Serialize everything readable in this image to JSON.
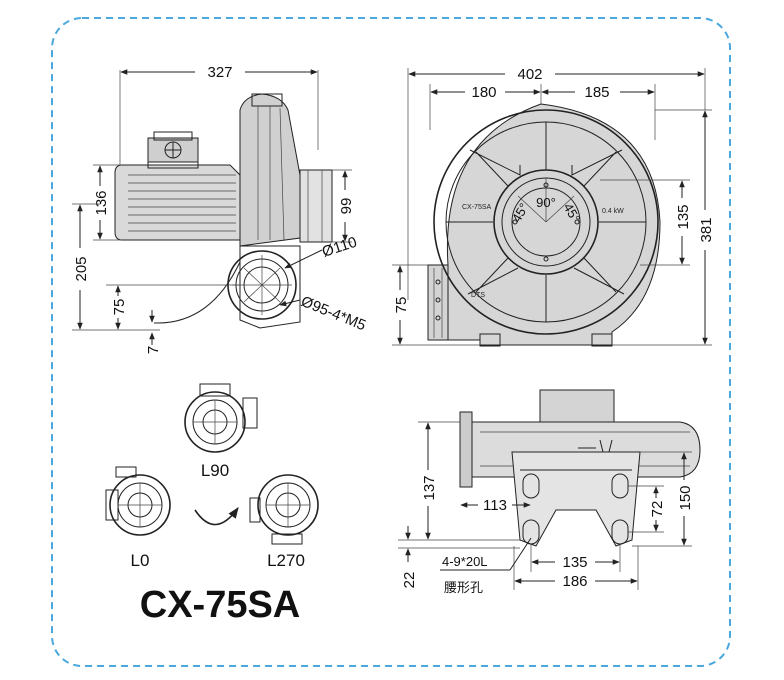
{
  "colors": {
    "frame": "#4aa8dc",
    "line": "#222222",
    "shade": "#d4d4d4",
    "background": "#ffffff"
  },
  "model": "CX-75SA",
  "side_view": {
    "width_total": "327",
    "motor_height": "136",
    "outlet_height": "99",
    "center_height": "205",
    "base_height": "75",
    "foot_offset": "7",
    "outlet_diameter": "Ø110",
    "flange_spec": "Ø95-4*M5"
  },
  "front_view": {
    "width_total": "402",
    "left_half": "180",
    "right_half": "185",
    "inner_height": "135",
    "height_total": "381",
    "base_height": "75",
    "angle_center": "90°",
    "angle_left": "45°",
    "angle_right": "45°",
    "plate_left": "CX-75SA",
    "plate_right": "0.4 kW",
    "plate_small": "DTS"
  },
  "orientations": {
    "up": "L90",
    "left": "L0",
    "right": "L270"
  },
  "bottom_view": {
    "height_a": "137",
    "offset": "113",
    "slot_spacing_y": "72",
    "height_b": "150",
    "slot_spacing_x": "135",
    "base_width": "186",
    "base_thickness": "22",
    "slot_spec": "4-9*20L",
    "slot_note": "腰形孔"
  }
}
